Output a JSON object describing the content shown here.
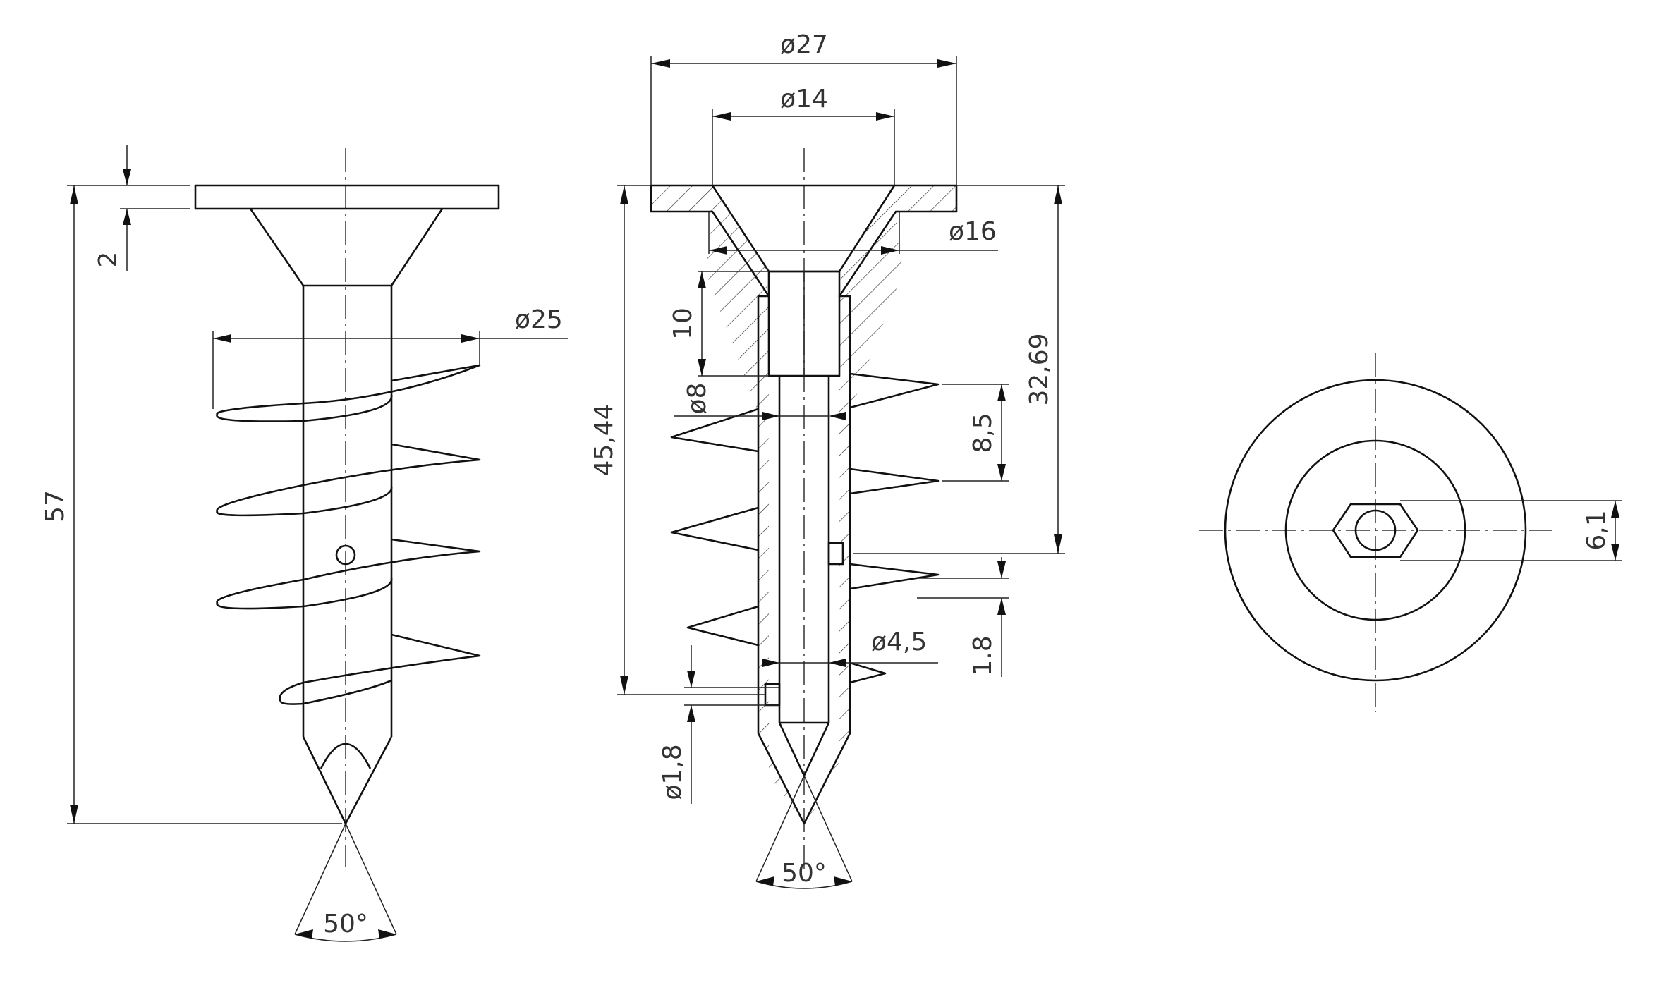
{
  "views": {
    "side": {
      "dims": {
        "length": "57",
        "flange": "2",
        "thread_dia": "ø25",
        "angle": "50°"
      }
    },
    "section": {
      "dims": {
        "head_dia": "ø27",
        "cone_dia": "ø14",
        "cone_base": "ø16",
        "socket_depth": "10",
        "bore": "ø8",
        "overall": "45,44",
        "pitch": "8,5",
        "shank_len": "32,69",
        "tip_bore": "ø4,5",
        "rib": "1.8",
        "pin_dia": "ø1,8",
        "angle": "50°"
      }
    },
    "top": {
      "dims": {
        "hex": "6,1"
      }
    }
  }
}
